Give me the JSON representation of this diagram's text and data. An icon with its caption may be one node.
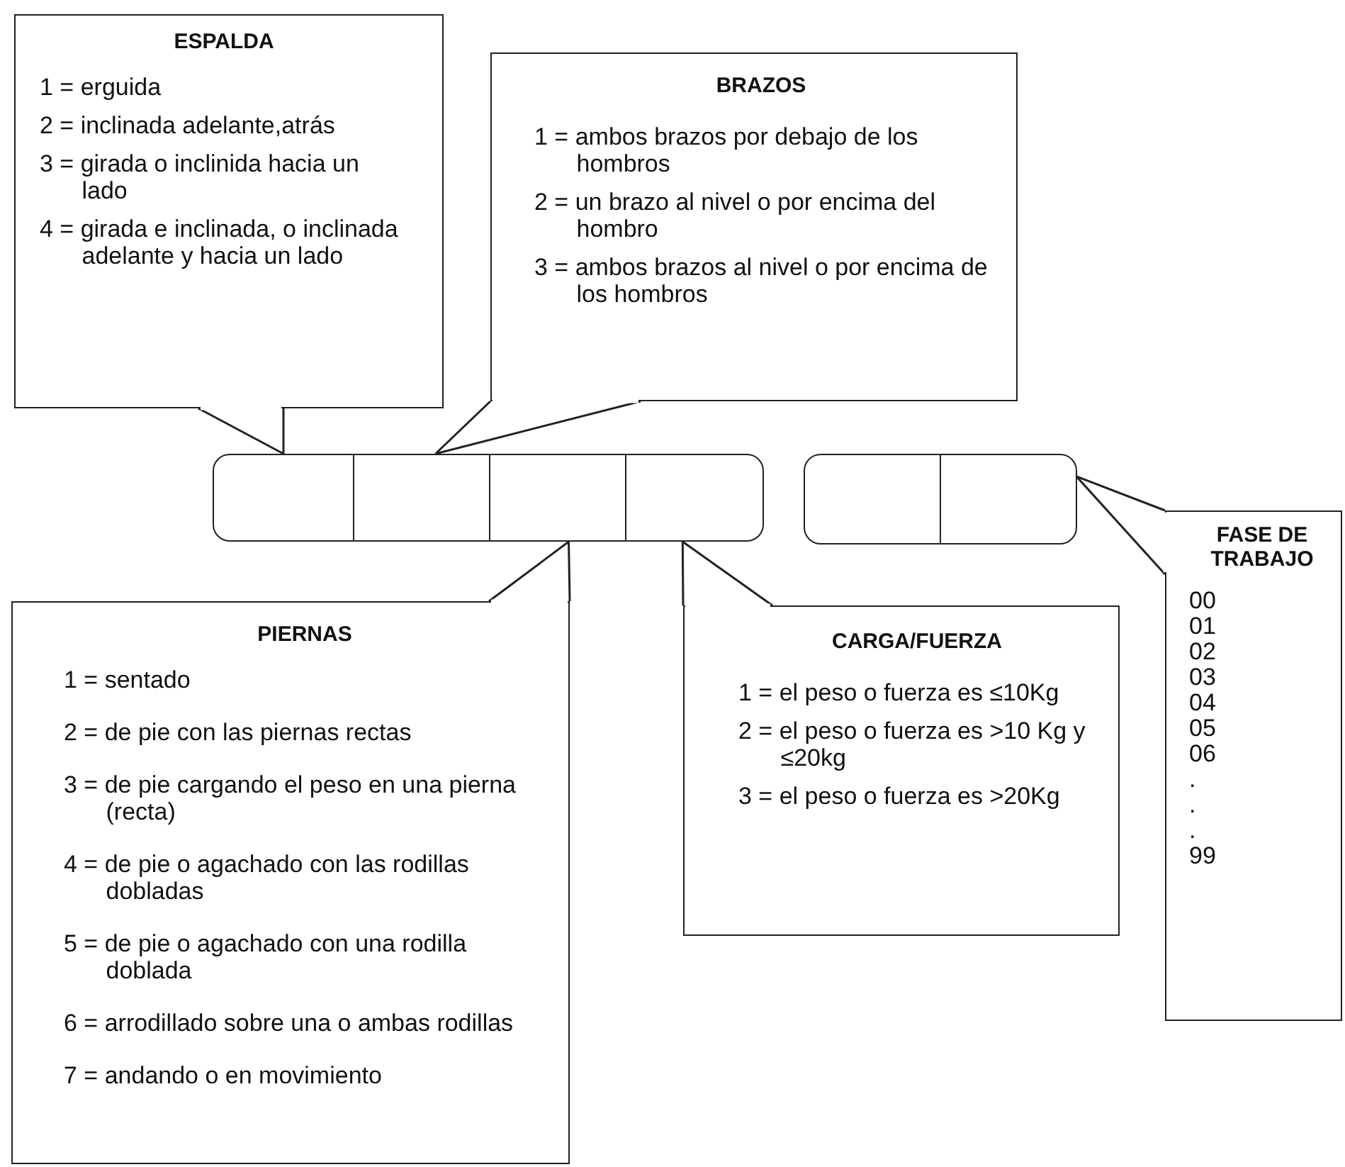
{
  "diagram": {
    "nodes": [
      {
        "text": [
          "ESPALDA",
          "1 = erguida",
          "2 = inclinada adelante,atrás",
          "3 = girada o inclinida hacia un lado",
          "4 = girada e inclinada, o inclinada adelante y hacia un lado"
        ]
      },
      {
        "text": [
          "BRAZOS",
          "1 = ambos brazos por debajo de los hombros",
          "2 = un brazo al nivel o por encima del hombro",
          "3 = ambos brazos al nivel o por encima de los hombros"
        ]
      },
      {
        "text": [],
        "shape": "box"
      },
      {
        "text": [],
        "shape": "box"
      },
      {
        "text": [],
        "shape": "box"
      },
      {
        "text": [],
        "shape": "box"
      },
      {
        "text": [],
        "shape": "box"
      },
      {
        "text": [],
        "shape": "box"
      },
      {
        "text": [
          "PIERNAS",
          "1 = sentado",
          "2 = de pie con las piernas rectas",
          "3 = de pie cargando el peso en una pierna (recta)",
          "4 = de pie o agachado con las rodillas dobladas",
          "5 = de pie o agachado con una rodilla doblada",
          "6 = arrodillado sobre una o ambas rodillas",
          "7 = andando o en movimiento"
        ]
      },
      {
        "text": [
          "CARGA/FUERZA",
          "1 = el peso o fuerza es ≤10Kg",
          "2 = el peso o fuerza es >10 Kg y ≤20kg",
          "3 = el peso o fuerza es >20Kg"
        ]
      },
      {
        "text": [
          "FASE DE TRABAJO",
          "00",
          "01",
          "02",
          "03",
          "04",
          "05",
          "06",
          ".",
          ".",
          ".",
          "99"
        ]
      }
    ],
    "edges": [
      {
        "from": 0,
        "to": 2,
        "arrow": "none"
      },
      {
        "from": 1,
        "to": 3,
        "arrow": "none"
      },
      {
        "from": 8,
        "to": 4,
        "arrow": "none"
      },
      {
        "from": 9,
        "to": 5,
        "arrow": "none"
      },
      {
        "from": 10,
        "to": 7,
        "arrow": "none"
      }
    ]
  }
}
